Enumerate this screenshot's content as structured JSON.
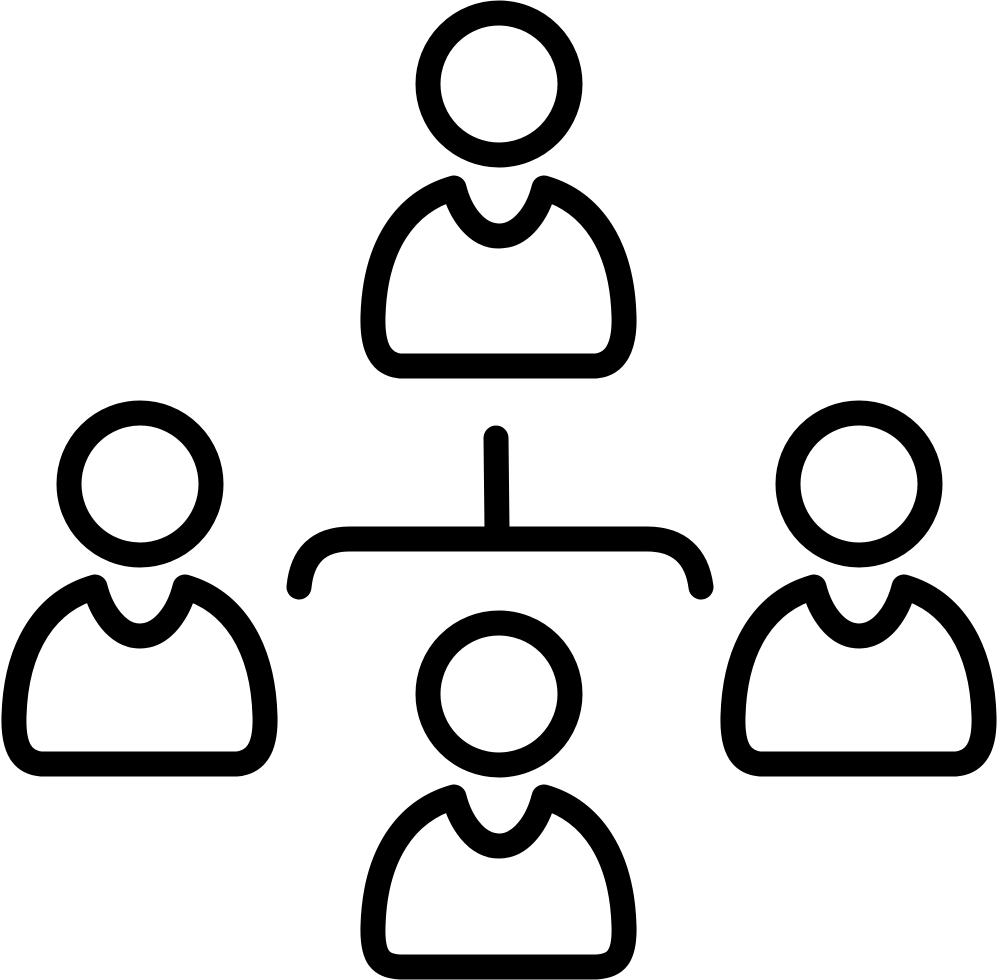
{
  "icon": {
    "name": "team-hierarchy-icon",
    "style": "outline",
    "stroke_color": "#000000",
    "background_color": "#ffffff",
    "people_count": 4,
    "connector": "branch-connector"
  }
}
